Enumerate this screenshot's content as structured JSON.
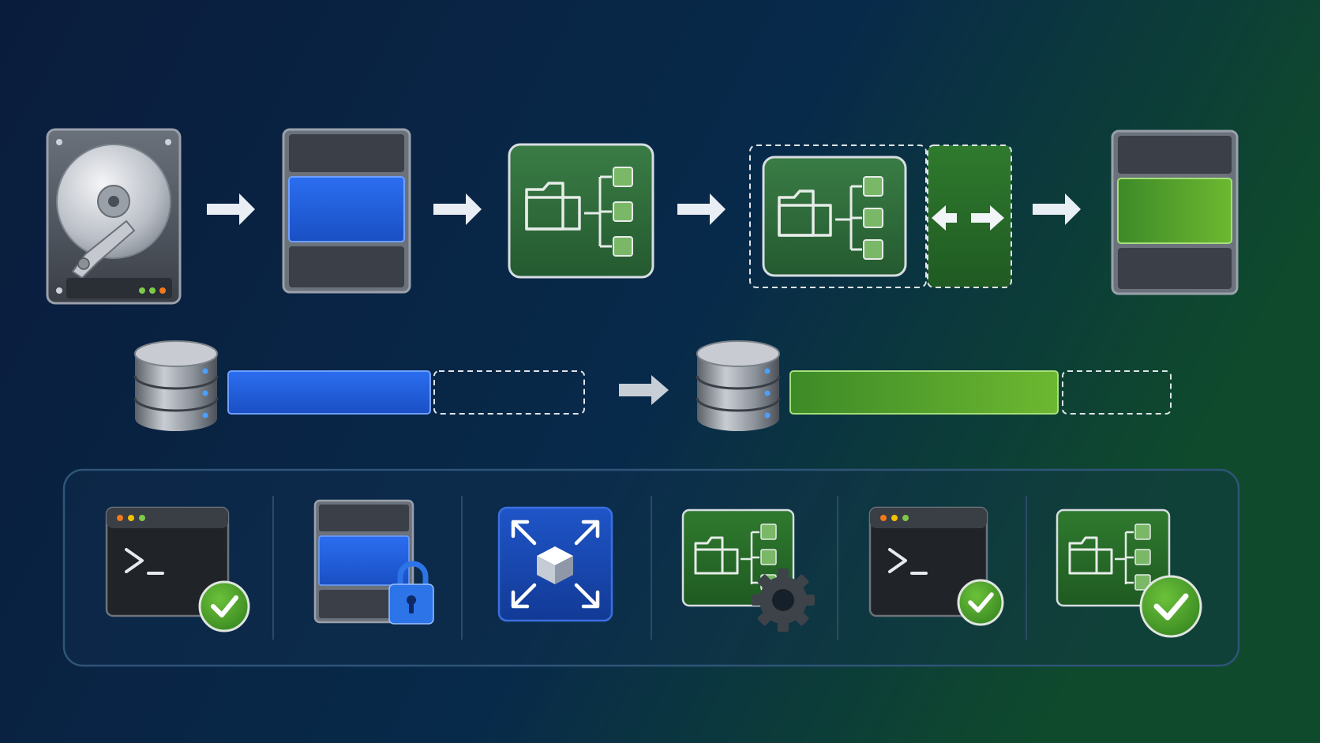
{
  "colors": {
    "background_left": "#0a1c3c",
    "background_mid": "#082a4a",
    "background_right": "#0f4a2c",
    "partition_blue": "#1f5fe0",
    "partition_green": "#5cae2c",
    "filesystem_green": "#2f6e3a",
    "partition_gray": "#3a3f48",
    "arrow": "#e9eef5",
    "check_green": "#4a9e2a"
  },
  "diagram": {
    "pipeline": [
      {
        "name": "hard-disk",
        "icon": "hard-drive-icon"
      },
      {
        "name": "partition-selected",
        "icon": "partition-blue-icon"
      },
      {
        "name": "filesystem",
        "icon": "filesystem-tree-icon"
      },
      {
        "name": "filesystem-resize",
        "icon": "filesystem-expand-icon"
      },
      {
        "name": "partition-extended",
        "icon": "partition-green-icon"
      }
    ],
    "volume_resize": {
      "before": {
        "icon": "database-icon",
        "fill_color": "blue"
      },
      "after": {
        "icon": "database-icon",
        "fill_color": "green"
      }
    },
    "steps": [
      {
        "name": "terminal-check",
        "icon": "terminal-check-icon"
      },
      {
        "name": "partition-lock",
        "icon": "partition-lock-icon"
      },
      {
        "name": "expand",
        "icon": "expand-arrows-cube-icon"
      },
      {
        "name": "filesystem-settings",
        "icon": "filesystem-gear-icon"
      },
      {
        "name": "terminal-check-2",
        "icon": "terminal-check-icon"
      },
      {
        "name": "filesystem-check",
        "icon": "filesystem-check-icon"
      }
    ]
  }
}
